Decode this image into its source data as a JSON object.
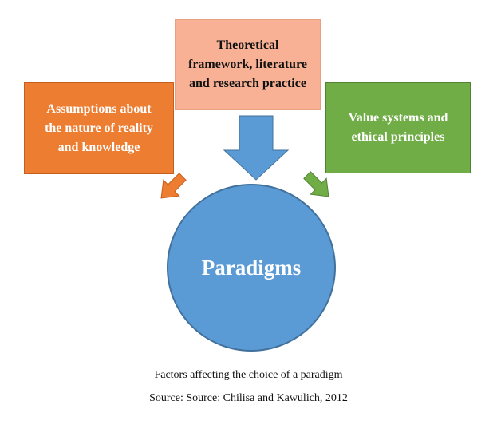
{
  "diagram": {
    "center_box": {
      "text": "Theoretical\nframework, literature\nand research practice"
    },
    "left_box": {
      "text": "Assumptions about\nthe nature of reality\nand knowledge"
    },
    "right_box": {
      "text": "Value systems and\nethical principles"
    },
    "ellipse": {
      "text": "Paradigms"
    }
  },
  "captions": {
    "title": "Factors affecting the choice of a paradigm",
    "source": "Source: Source: Chilisa and Kawulich, 2012"
  },
  "colors": {
    "center_box_fill": "#F8B195",
    "center_box_border": "#E8A080",
    "left_box_fill": "#ED7D31",
    "left_box_border": "#C65F1E",
    "right_box_fill": "#70AD47",
    "right_box_border": "#548235",
    "ellipse_fill": "#5B9BD5",
    "ellipse_border": "#41719C",
    "arrow_blue": "#5B9BD5",
    "arrow_orange": "#ED7D31",
    "arrow_green": "#70AD47"
  },
  "icons": {
    "center_arrow": "down-arrow-icon",
    "left_arrow": "diagonal-arrow-icon",
    "right_arrow": "diagonal-arrow-icon"
  }
}
